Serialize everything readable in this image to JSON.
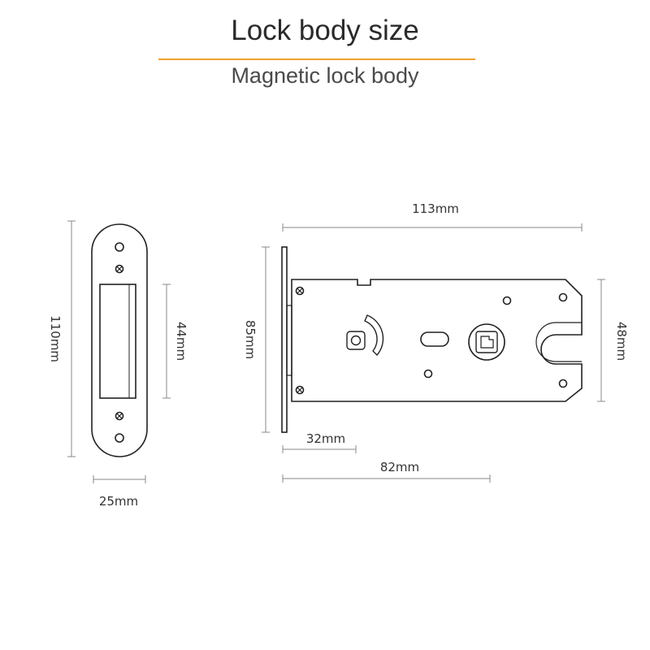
{
  "header": {
    "title": "Lock body size",
    "subtitle": "Magnetic lock body"
  },
  "dimensions": {
    "faceplate_height": "110mm",
    "faceplate_opening": "44mm",
    "faceplate_width": "25mm",
    "body_length": "113mm",
    "body_height": "85mm",
    "body_right_height": "48mm",
    "backset": "32mm",
    "body_depth": "82mm"
  },
  "colors": {
    "accent": "#f2a12c",
    "line": "#222222",
    "dim_line": "#888888"
  }
}
